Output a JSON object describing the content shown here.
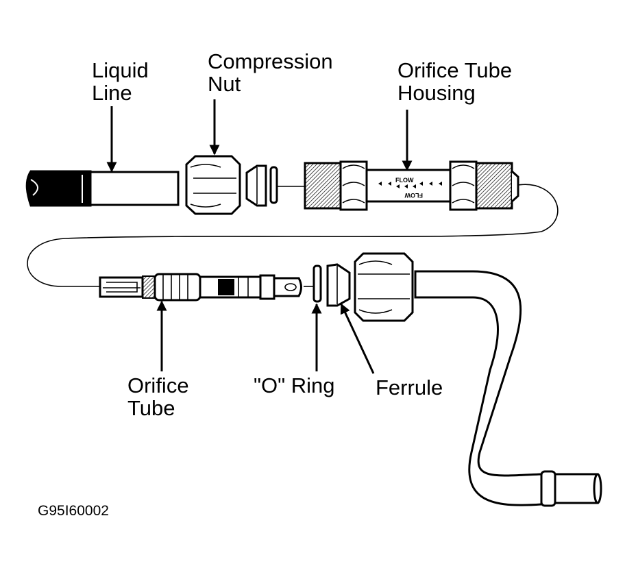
{
  "labels": {
    "liquid_line": [
      "Liquid",
      "Line"
    ],
    "compression_nut": [
      "Compression",
      "Nut"
    ],
    "orifice_tube_housing": [
      "Orifice Tube",
      "Housing"
    ],
    "orifice_tube": [
      "Orifice",
      "Tube"
    ],
    "o_ring": "\"O\" Ring",
    "ferrule": "Ferrule"
  },
  "housing_marking": {
    "top": "FLOW",
    "bottom": "FLOW"
  },
  "figure_code": "G95I60002"
}
